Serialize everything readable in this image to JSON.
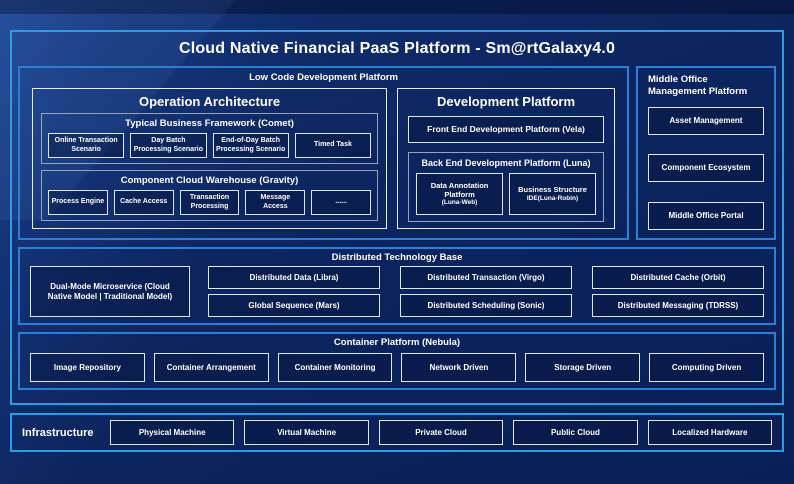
{
  "colors": {
    "page_bg": "#0a1f55",
    "outer_border": "#2a9de4",
    "section_border": "#2b7fd6",
    "white_border": "#e6edf8",
    "gray_border": "#97a3ba",
    "text": "#ffffff"
  },
  "title": "Cloud Native Financial PaaS Platform - Sm@rtGalaxy4.0",
  "low_code": {
    "title": "Low Code Development Platform",
    "operation": {
      "title": "Operation Architecture",
      "comet": {
        "title": "Typical Business Framework (Comet)",
        "items": [
          "Online Transaction Scenario",
          "Day Batch Processing Scenario",
          "End-of-Day Batch Processing Scenario",
          "Timed Task"
        ]
      },
      "gravity": {
        "title": "Component Cloud Warehouse (Gravity)",
        "items": [
          "Process Engine",
          "Cache Access",
          "Transaction Processing",
          "Message Access",
          "......"
        ]
      }
    },
    "development": {
      "title": "Development Platform",
      "front_end": "Front End Development Platform (Vela)",
      "back_end": {
        "title": "Back End Development Platform (Luna)",
        "items": [
          {
            "name": "Data Annotation Platform",
            "code": "(Luna-Web)"
          },
          {
            "name": "Business Structure",
            "code": "IDE(Luna-Robin)"
          }
        ]
      }
    }
  },
  "middle_office": {
    "title": "Middle Office Management Platform",
    "items": [
      "Asset Management",
      "Component Ecosystem",
      "Middle Office Portal"
    ]
  },
  "distributed": {
    "title": "Distributed Technology Base",
    "dual_mode": "Dual-Mode Microservice (Cloud Native Model | Traditional Model)",
    "grid": [
      "Distributed Data (Libra)",
      "Distributed Transaction (Virgo)",
      "Distributed Cache (Orbit)",
      "Global Sequence (Mars)",
      "Distributed Scheduling (Sonic)",
      "Distributed Messaging (TDRSS)"
    ]
  },
  "container_platform": {
    "title": "Container Platform (Nebula)",
    "items": [
      "Image Repository",
      "Container Arrangement",
      "Container Monitoring",
      "Network Driven",
      "Storage Driven",
      "Computing Driven"
    ]
  },
  "infrastructure": {
    "title": "Infrastructure",
    "items": [
      "Physical Machine",
      "Virtual Machine",
      "Private Cloud",
      "Public Cloud",
      "Localized Hardware"
    ]
  }
}
